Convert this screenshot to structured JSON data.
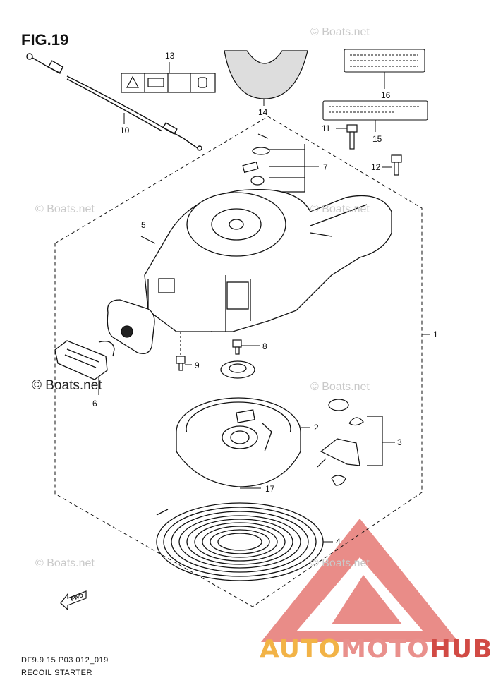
{
  "figure": {
    "title": "FIG.19",
    "code": "DF9.9 15 P03 012_019",
    "name": "RECOIL STARTER"
  },
  "callouts": [
    "1",
    "2",
    "3",
    "4",
    "5",
    "6",
    "7",
    "8",
    "9",
    "10",
    "11",
    "12",
    "13",
    "14",
    "15",
    "16",
    "17"
  ],
  "watermarks": [
    "© Boats.net",
    "© Boats.net",
    "© Boats.net",
    "© Boats.net",
    "© Boats.net",
    "© Boats.net"
  ],
  "watermark_main": "© Boats.net",
  "fwd_label": "FWD",
  "logo": {
    "part1": "AUTO",
    "part2": "MOTO",
    "part3": "HUB",
    "color_1": "#f2b347",
    "color_2": "#e9908c",
    "color_3": "#d14a44"
  }
}
